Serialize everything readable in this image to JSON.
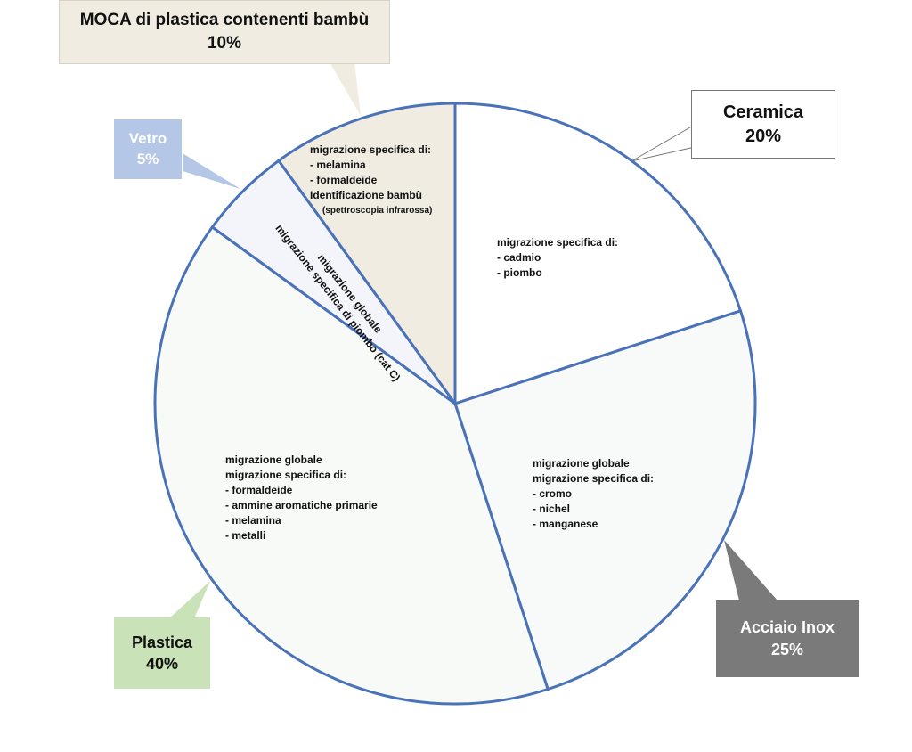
{
  "chart_data": {
    "type": "pie",
    "slices": [
      {
        "name": "Ceramica",
        "value": 20,
        "label": "20%",
        "fill": "#ffffff",
        "callout_fill": "#ffffff",
        "callout_text_color": "#111111",
        "details": [
          "migrazione specifica di:",
          "- cadmio",
          "- piombo"
        ]
      },
      {
        "name": "Acciaio Inox",
        "value": 25,
        "label": "25%",
        "fill": "#f8f9f9",
        "callout_fill": "#7a7a7a",
        "callout_text_color": "#ffffff",
        "details": [
          "migrazione globale",
          "migrazione specifica di:",
          "- cromo",
          "- nichel",
          "- manganese"
        ]
      },
      {
        "name": "Plastica",
        "value": 40,
        "label": "40%",
        "fill": "#f8faf7",
        "callout_fill": "#c9e2b8",
        "callout_text_color": "#111111",
        "details": [
          "migrazione globale",
          "migrazione specifica di:",
          "- formaldeide",
          "- ammine aromatiche primarie",
          "- melamina",
          "- metalli"
        ]
      },
      {
        "name": "Vetro",
        "value": 5,
        "label": "5%",
        "fill": "#f3f5fb",
        "callout_fill": "#b4c7e7",
        "callout_text_color": "#ffffff",
        "details": [
          "migrazione globale",
          "migrazione specifica di piombo (cat C)"
        ]
      },
      {
        "name": "MOCA di plastica contenenti bambù",
        "value": 10,
        "label": "10%",
        "fill": "#f1ece2",
        "callout_fill": "#f1ece2",
        "callout_text_color": "#111111",
        "details": [
          "migrazione specifica di:",
          "- melamina",
          "- formaldeide",
          "Identificazione bambù"
        ],
        "details_note": "(spettroscopia infrarossa)"
      }
    ],
    "start_angle_deg": 0,
    "direction": "clockwise",
    "stroke_color": "#4a72b8",
    "legend": "callouts"
  }
}
